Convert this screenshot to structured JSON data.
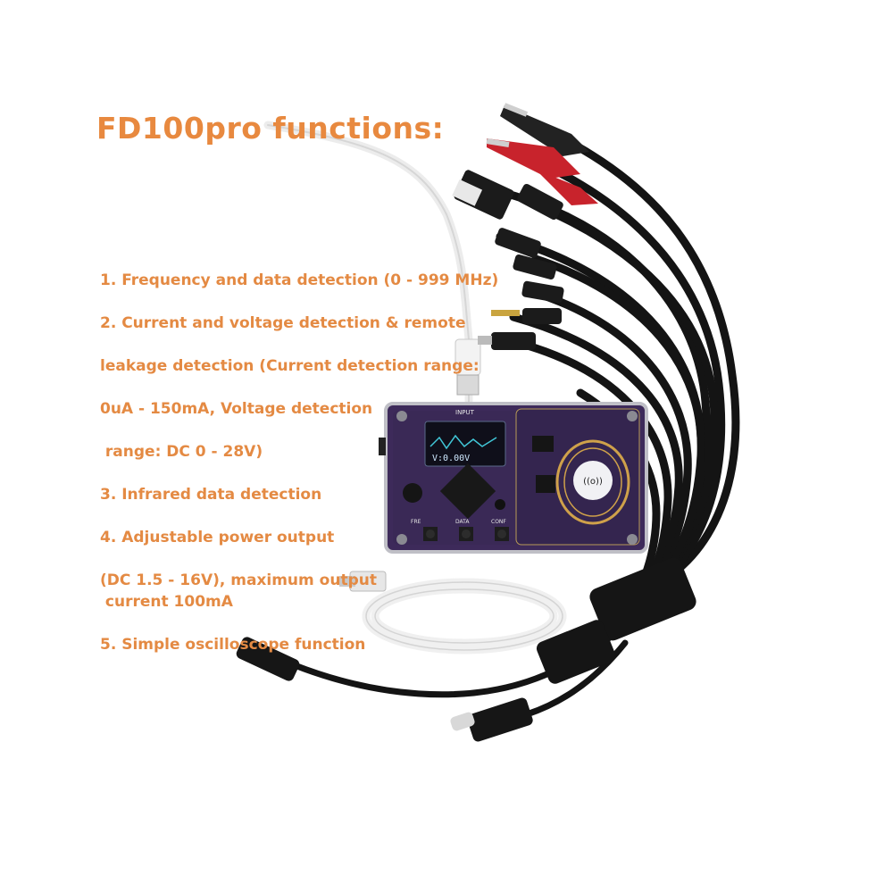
{
  "heading": "FD100pro functions:",
  "features": [
    "1. Frequency and data detection (0 - 999 MHz)",
    "2. Current and voltage detection & remote",
    "leakage detection (Current detection range:",
    "0uA - 150mA, Voltage detection",
    " range: DC 0 - 28V)",
    "3. Infrared data detection",
    "4. Adjustable power output",
    "(DC 1.5 - 16V), maximum output",
    " current 100mA",
    "5. Simple oscilloscope function"
  ],
  "device": {
    "screen_readout": "V:0.00V",
    "input_label": "INPUT",
    "button_labels": [
      "FRE",
      "DATA",
      "CONF"
    ],
    "nfc_symbol": "((o))"
  },
  "colors": {
    "text_orange": "#e8893f",
    "board_purple": "#3d2a5a",
    "cable_black": "#111111"
  }
}
